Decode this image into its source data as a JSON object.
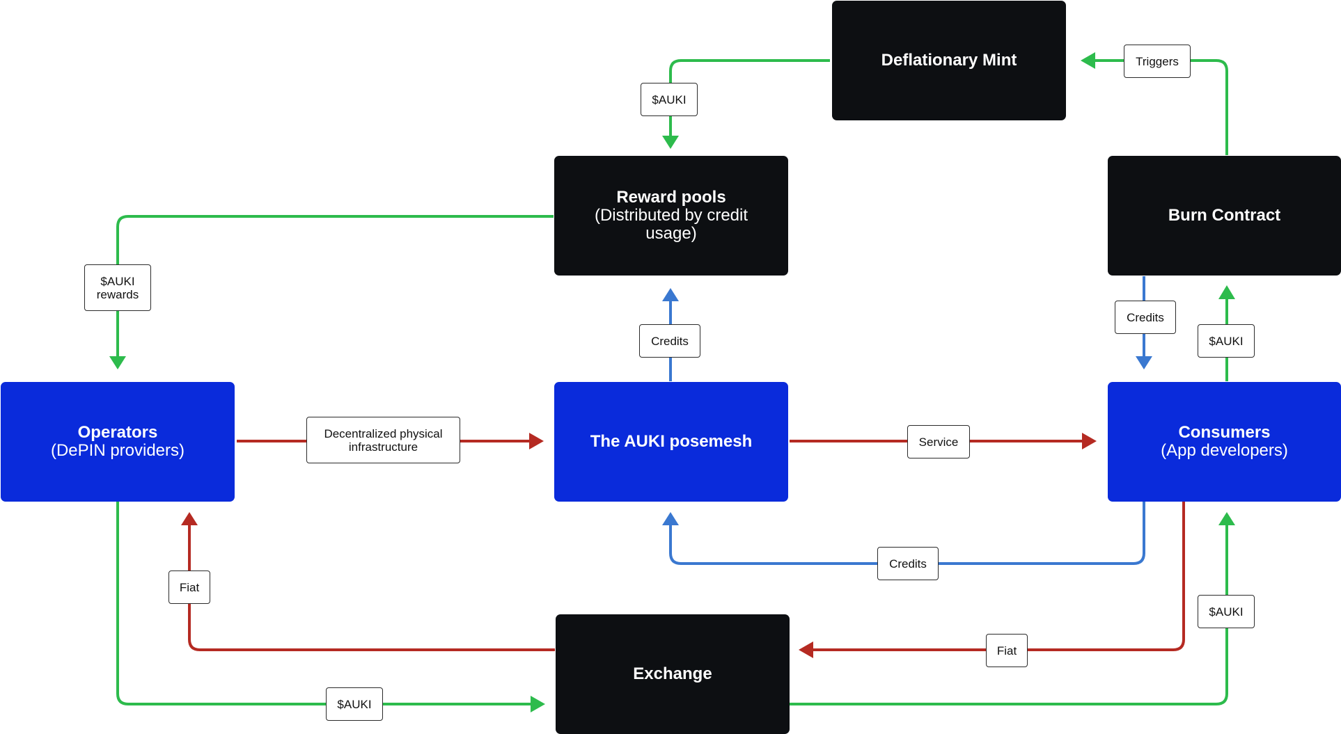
{
  "nodes": {
    "deflationary_mint": {
      "title": "Deflationary Mint"
    },
    "reward_pools": {
      "title": "Reward pools",
      "subtitle": "(Distributed by credit usage)"
    },
    "burn_contract": {
      "title": "Burn Contract"
    },
    "operators": {
      "title": "Operators",
      "subtitle": "(DePIN providers)"
    },
    "posemesh": {
      "title": "The AUKI posemesh"
    },
    "consumers": {
      "title": "Consumers",
      "subtitle": "(App developers)"
    },
    "exchange": {
      "title": "Exchange"
    }
  },
  "labels": {
    "mint_to_pools": "$AUKI",
    "triggers": "Triggers",
    "rewards_line1": "$AUKI",
    "rewards_line2": "rewards",
    "posemesh_to_pools": "Credits",
    "burn_to_consumers": "Credits",
    "consumers_to_burn": "$AUKI",
    "infra_line1": "Decentralized physical",
    "infra_line2": "infrastructure",
    "service": "Service",
    "consumers_to_posemesh": "Credits",
    "fiat_to_operators": "Fiat",
    "exchange_to_consumers": "$AUKI",
    "fiat_from_consumers": "Fiat",
    "operators_to_exchange": "$AUKI"
  },
  "colors": {
    "green": "#2dbb4c",
    "red": "#b52a22",
    "blue": "#3a78d0",
    "node_black": "#0d0f12",
    "node_blue": "#0a2bdb"
  }
}
